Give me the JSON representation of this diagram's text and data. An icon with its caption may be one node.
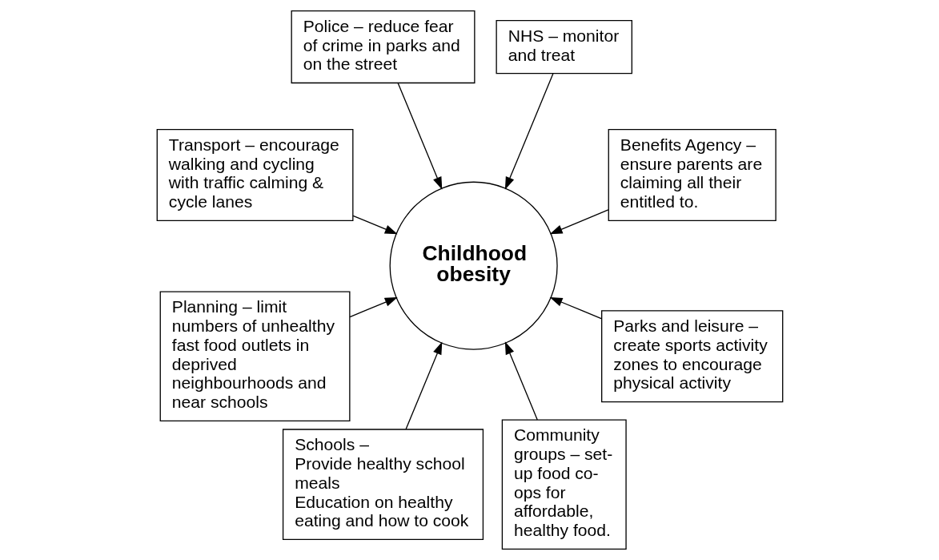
{
  "diagram": {
    "nodes": [
      {
        "text": [
          "Benefits Agency – ensure parents are claiming all their entitled to."
        ]
      },
      {
        "text": [
          "NHS – monitor and treat"
        ]
      },
      {
        "text": [
          "Police – reduce fear of crime in parks and on the street"
        ]
      },
      {
        "text": [
          "Transport – encourage walking and cycling with traffic calming & cycle lanes"
        ]
      },
      {
        "text": [
          "Childhood obesity"
        ]
      },
      {
        "text": [
          "Planning – limit numbers of unhealthy fast food outlets in deprived neighbourhoods and near schools"
        ]
      },
      {
        "text": [
          "Schools –",
          "Provide healthy school meals",
          "Education on healthy eating and how to cook"
        ]
      },
      {
        "text": [
          "Community groups – set-up food co-ops for affordable, healthy food."
        ]
      },
      {
        "text": [
          "Parks and leisure – create sports activity zones to encourage physical activity"
        ]
      }
    ],
    "edges": [
      {
        "from": 0,
        "to": 4,
        "arrow": "to"
      },
      {
        "from": 1,
        "to": 4,
        "arrow": "to"
      },
      {
        "from": 2,
        "to": 4,
        "arrow": "to"
      },
      {
        "from": 3,
        "to": 4,
        "arrow": "to"
      },
      {
        "from": 5,
        "to": 4,
        "arrow": "to"
      },
      {
        "from": 6,
        "to": 4,
        "arrow": "to"
      },
      {
        "from": 7,
        "to": 4,
        "arrow": "to"
      },
      {
        "from": 8,
        "to": 4,
        "arrow": "to"
      }
    ]
  }
}
